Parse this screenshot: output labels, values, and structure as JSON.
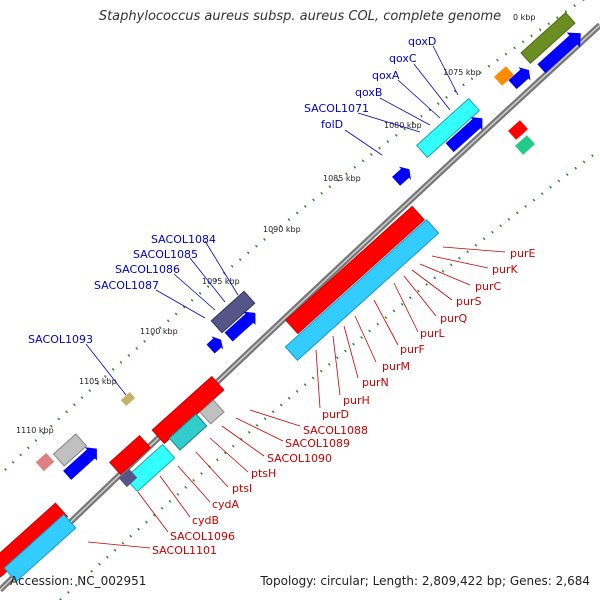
{
  "title": "Staphylococcus aureus subsp. aureus COL, complete genome",
  "footer": {
    "accession": "Accession: NC_002951",
    "info": "Topology: circular; Length: 2,809,422 bp; Genes: 2,684"
  },
  "colors": {
    "backbone": "#808080",
    "tick": "#2e8b2e",
    "blue_label": "#0000cc",
    "red_label": "#cc0000",
    "red_gene": "#ff0000",
    "cyan_gene": "#33ccff",
    "blue_gene": "#0000ff"
  },
  "kbp_labels": [
    "0 kbp",
    "1075 kbp",
    "1080 kbp",
    "1085 kbp",
    "1090 kbp",
    "1095 kbp",
    "1100 kbp",
    "1105 kbp",
    "1110 kbp"
  ],
  "blue_genes": [
    "qoxD",
    "qoxC",
    "qoxA",
    "qoxB",
    "SACOL1071",
    "folD",
    "SACOL1084",
    "SACOL1085",
    "SACOL1086",
    "SACOL1087",
    "SACOL1093"
  ],
  "red_genes": [
    "purE",
    "purK",
    "purC",
    "purS",
    "purQ",
    "purL",
    "purF",
    "purM",
    "purN",
    "purH",
    "purD",
    "SACOL1088",
    "SACOL1089",
    "SACOL1090",
    "ptsH",
    "ptsI",
    "cydA",
    "cydB",
    "SACOL1096",
    "SACOL1101"
  ]
}
